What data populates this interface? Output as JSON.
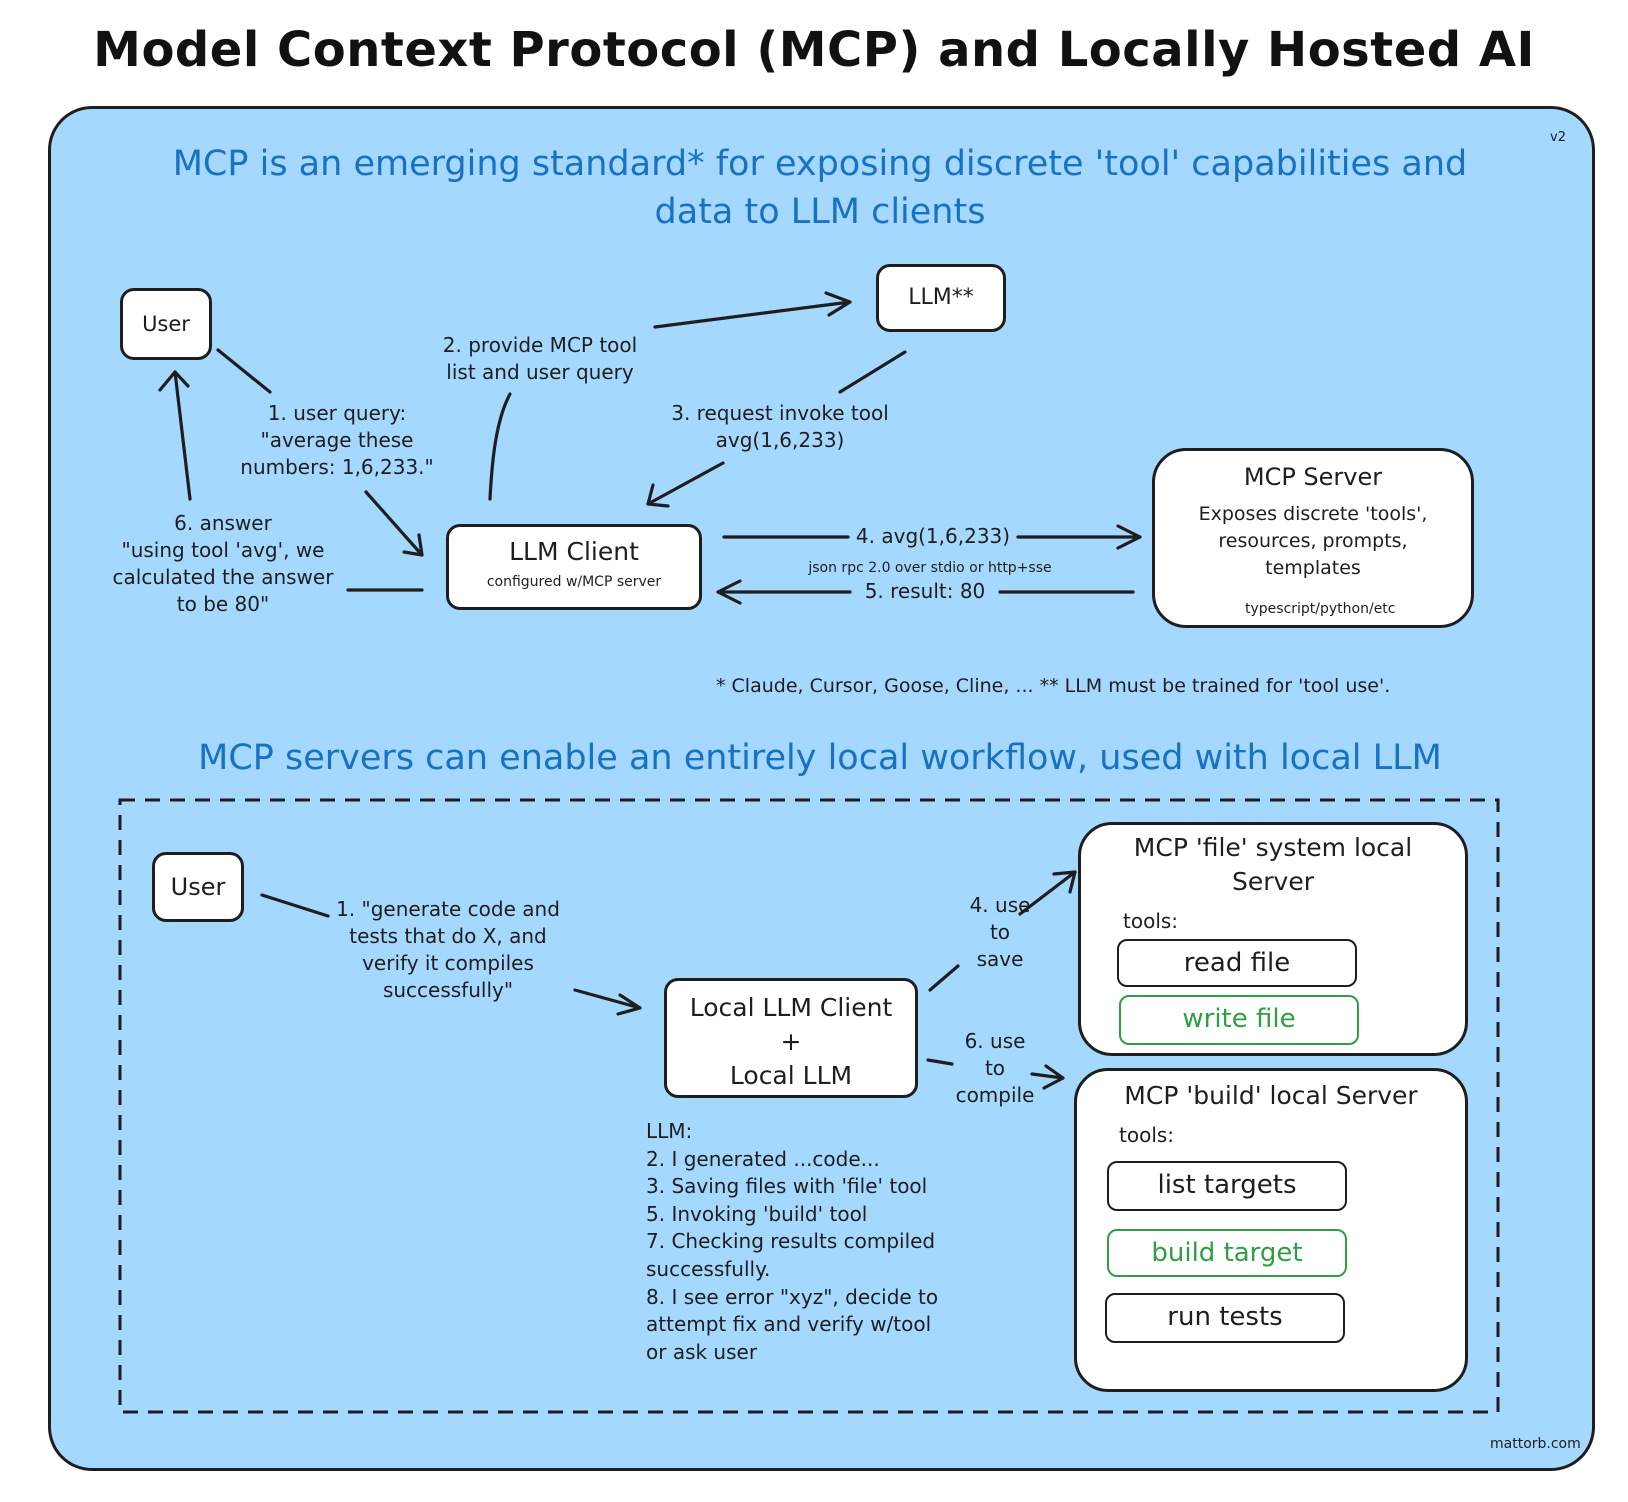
{
  "title": "Model Context Protocol (MCP) and Locally Hosted AI",
  "version": "v2",
  "credit": "mattorb.com",
  "top_section": {
    "heading_line1": "MCP is an emerging standard* for exposing discrete 'tool' capabilities and",
    "heading_line2": "data to LLM clients",
    "user": "User",
    "llm": "LLM**",
    "llm_client": "LLM Client",
    "llm_client_sub": "configured w/MCP server",
    "mcp_server": "MCP Server",
    "mcp_server_desc": [
      "Exposes discrete 'tools',",
      "resources, prompts,",
      "templates"
    ],
    "mcp_server_lang": "typescript/python/etc",
    "step1": [
      "1. user query:",
      "\"average these",
      "numbers: 1,6,233.\""
    ],
    "step2": [
      "2. provide MCP tool",
      "list and user query"
    ],
    "step3": [
      "3. request invoke tool",
      "avg(1,6,233)"
    ],
    "step4": "4. avg(1,6,233)",
    "transport": "json rpc 2.0 over stdio or http+sse",
    "step5": "5. result: 80",
    "step6": [
      "6. answer",
      "\"using tool 'avg', we",
      "calculated the answer",
      "to be 80\""
    ],
    "footnote": "* Claude, Cursor, Goose, Cline, ... ** LLM must be trained for 'tool use'."
  },
  "bottom_section": {
    "heading": "MCP servers can enable an entirely local workflow, used with local LLM",
    "user": "User",
    "step1": [
      "1. \"generate code and",
      "tests that do X, and",
      "verify it compiles",
      "successfully\""
    ],
    "client": [
      "Local LLM Client",
      "+",
      "Local LLM"
    ],
    "step4": [
      "4. use",
      "to",
      "save"
    ],
    "step6": [
      "6. use",
      "to",
      "compile"
    ],
    "file_server_title": [
      "MCP 'file' system local",
      "Server"
    ],
    "file_tools_label": "tools:",
    "file_tools": [
      "read file",
      "write file"
    ],
    "build_server_title": "MCP 'build' local Server",
    "build_tools_label": "tools:",
    "build_tools": [
      "list targets",
      "build target",
      "run tests"
    ],
    "llm_log": [
      "LLM:",
      "2. I generated ...code...",
      "3. Saving files with 'file' tool",
      "5. Invoking 'build' tool",
      "7. Checking results compiled",
      "successfully.",
      "8. I see error \"xyz\", decide to",
      "attempt fix and verify w/tool",
      "or ask user"
    ]
  },
  "colors": {
    "panel": "#a5d8ff",
    "heading": "#1971c2",
    "ink": "#1e1e1e",
    "active_tool": "#2f9e44"
  }
}
